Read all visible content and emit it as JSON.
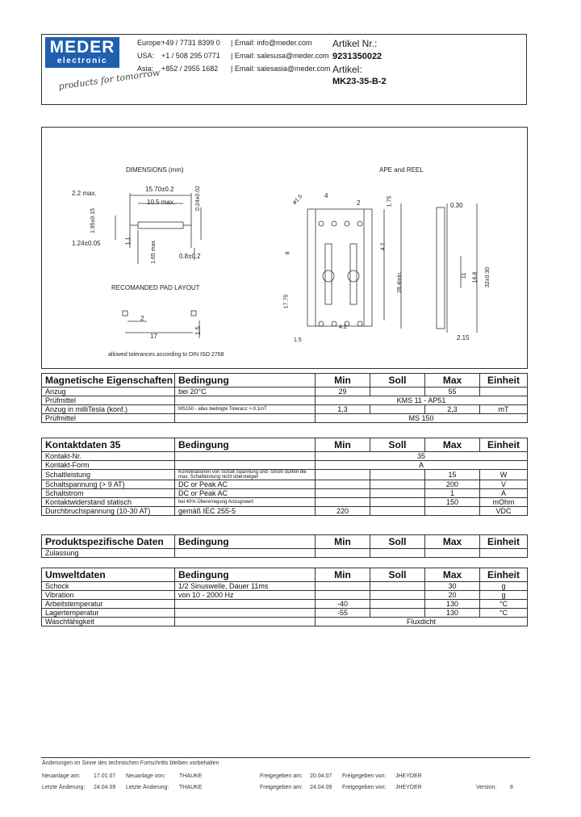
{
  "header": {
    "logo_line1": "MEDER",
    "logo_line2": "electronic",
    "slogan": "products for tomorrow",
    "contacts": [
      {
        "region": "Europe:",
        "phone": "+49 / 7731 8399 0",
        "email": "| Email: info@meder.com"
      },
      {
        "region": "USA:",
        "phone": "+1 / 508 295 0771",
        "email": "| Email: salesusa@meder.com"
      },
      {
        "region": "Asia:",
        "phone": "+852 / 2955 1682",
        "email": "| Email: salesasia@meder.com"
      }
    ],
    "artikel_nr_label": "Artikel Nr.:",
    "artikel_nr": "9231350022",
    "artikel_label": "Artikel:",
    "artikel": "MK23-35-B-2"
  },
  "drawing": {
    "dimensions_title": "DIMENSIONS (mm)",
    "tape_title": "APE and REEL",
    "pad_title": "RECOMANDED PAD LAYOUT",
    "tolerance_note": "allowed tolerances according to DIN ISO 2768",
    "dims": {
      "d1": "2.2 max.",
      "d2": "15.70±0.2",
      "d3": "10.5 max.",
      "d4": "0.24±0.02",
      "d5": "1.95±0.15",
      "d6": "1.24±0.05",
      "d7": "1.1",
      "d8": "1.65 max.",
      "d9": "0.8±0.2",
      "p1": "2",
      "p2": "17",
      "p3": "1.5",
      "t1": "ø1.5",
      "t2": "4",
      "t3": "2",
      "t4": "1.75",
      "t5": "0.30",
      "t6": "4.2",
      "t7": "28.4min.",
      "t8": "32±0.30",
      "t9": "16.8",
      "t10": "11",
      "t11": "2.15",
      "t12": "1.5",
      "t13": "8",
      "t14": "17.75",
      "t15": "4.2"
    }
  },
  "tables": {
    "magnetic": {
      "title": "Magnetische Eigenschaften",
      "cols": [
        "Bedingung",
        "Min",
        "Soll",
        "Max",
        "Einheit"
      ],
      "rows": [
        {
          "name": "Anzug",
          "cond": "bei 20°C",
          "min": "29",
          "soll": "",
          "max": "55",
          "unit": ""
        },
        {
          "name": "Prüfmittel",
          "merged": "KMS 11 - AP51"
        },
        {
          "name": "Anzug in milliTesla (konf.)",
          "cond": "MS150 - alles bedingte Toleranz +-0,1mT",
          "min": "1,3",
          "soll": "",
          "max": "2,3",
          "unit": "mT"
        },
        {
          "name": "Prüfmittel",
          "merged": "MS 150"
        }
      ]
    },
    "contact": {
      "title": "Kontaktdaten  35",
      "cols": [
        "Bedingung",
        "Min",
        "Soll",
        "Max",
        "Einheit"
      ],
      "rows": [
        {
          "name": "Kontakt-Nr.",
          "merged": "35"
        },
        {
          "name": "Kontakt-Form",
          "merged": "A"
        },
        {
          "name": "Schaltleistung",
          "cond": "Kombinationen von Schalt-Spannung und -Strom dürfen die max. Schaltleistung nicht übersteigen",
          "min": "",
          "soll": "",
          "max": "15",
          "unit": "W"
        },
        {
          "name": "Schaltspannung (> 9 AT)",
          "cond": "DC or Peak AC",
          "min": "",
          "soll": "",
          "max": "200",
          "unit": "V"
        },
        {
          "name": "Schaltstrom",
          "cond": "DC or Peak AC",
          "min": "",
          "soll": "",
          "max": "1",
          "unit": "A"
        },
        {
          "name": "Kontaktwiderstand statisch",
          "cond": "bei 40% Übererregung Anzugswert",
          "min": "",
          "soll": "",
          "max": "150",
          "unit": "mOhm"
        },
        {
          "name": "Durchbruchspannung (10-30 AT)",
          "cond": "gemäß  IEC 255-5",
          "min": "220",
          "soll": "",
          "max": "",
          "unit": "VDC"
        }
      ]
    },
    "product": {
      "title": "Produktspezifische Daten",
      "cols": [
        "Bedingung",
        "Min",
        "Soll",
        "Max",
        "Einheit"
      ],
      "rows": [
        {
          "name": "Zulassung",
          "cond": "",
          "min": "",
          "soll": "",
          "max": "",
          "unit": ""
        }
      ]
    },
    "environment": {
      "title": "Umweltdaten",
      "cols": [
        "Bedingung",
        "Min",
        "Soll",
        "Max",
        "Einheit"
      ],
      "rows": [
        {
          "name": "Schock",
          "cond": "1/2 Sinuswelle, Dauer 11ms",
          "min": "",
          "soll": "",
          "max": "30",
          "unit": "g"
        },
        {
          "name": "Vibration",
          "cond": "von  10 - 2000 Hz",
          "min": "",
          "soll": "",
          "max": "20",
          "unit": "g"
        },
        {
          "name": "Arbeitstemperatur",
          "cond": "",
          "min": "-40",
          "soll": "",
          "max": "130",
          "unit": "°C"
        },
        {
          "name": "Lagertemperatur",
          "cond": "",
          "min": "-55",
          "soll": "",
          "max": "130",
          "unit": "°C"
        },
        {
          "name": "Waschfähigkeit",
          "merged": "Fluxdicht"
        }
      ]
    }
  },
  "footer": {
    "note": "Änderungen im Sinne des technischen Fortschritts bleiben vorbehalten",
    "row1": {
      "l1": "Neuanlage am:",
      "v1": "17.01.07",
      "l2": "Neuanlage von:",
      "v2": "THAUKE",
      "l3": "Freigegeben am:",
      "v3": "20.04.07",
      "l4": "Freigegeben von:",
      "v4": "JHEYDER",
      "l5": "Version:",
      "v5": "8"
    },
    "row2": {
      "l1": "Letzte Änderung:",
      "v1": "24.04.09",
      "l2": "Letzte Änderung:",
      "v2": "THAUKE",
      "l3": "Freigegeben am:",
      "v3": "24.04.09",
      "l4": "Freigegeben von:",
      "v4": "JHEYDER"
    }
  }
}
